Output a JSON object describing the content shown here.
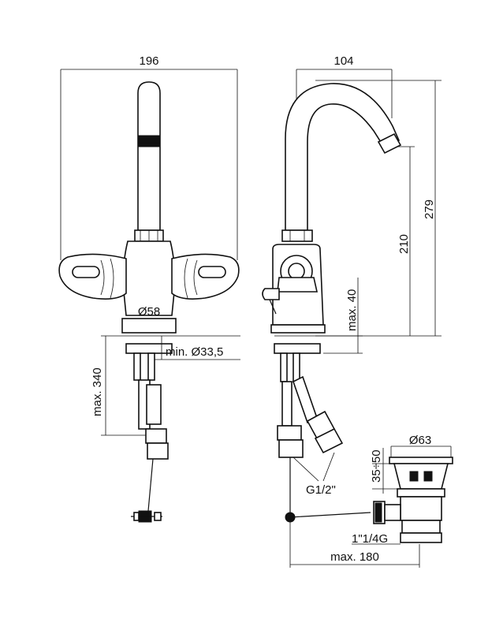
{
  "dimensions": {
    "front_width": "196",
    "base_diameter": "Ø58",
    "max_below_deck": "max. 340",
    "hole_diameter": "min. Ø33,5",
    "side_reach": "104",
    "total_height": "279",
    "spout_height": "210",
    "max_deck_thickness": "max. 40",
    "waste_diameter": "Ø63",
    "waste_range": "35÷50",
    "hose_thread": "G1/2\"",
    "waste_thread": "1\"1/4G",
    "max_pullrod": "max. 180"
  },
  "colors": {
    "line": "#111111",
    "background": "#ffffff"
  }
}
